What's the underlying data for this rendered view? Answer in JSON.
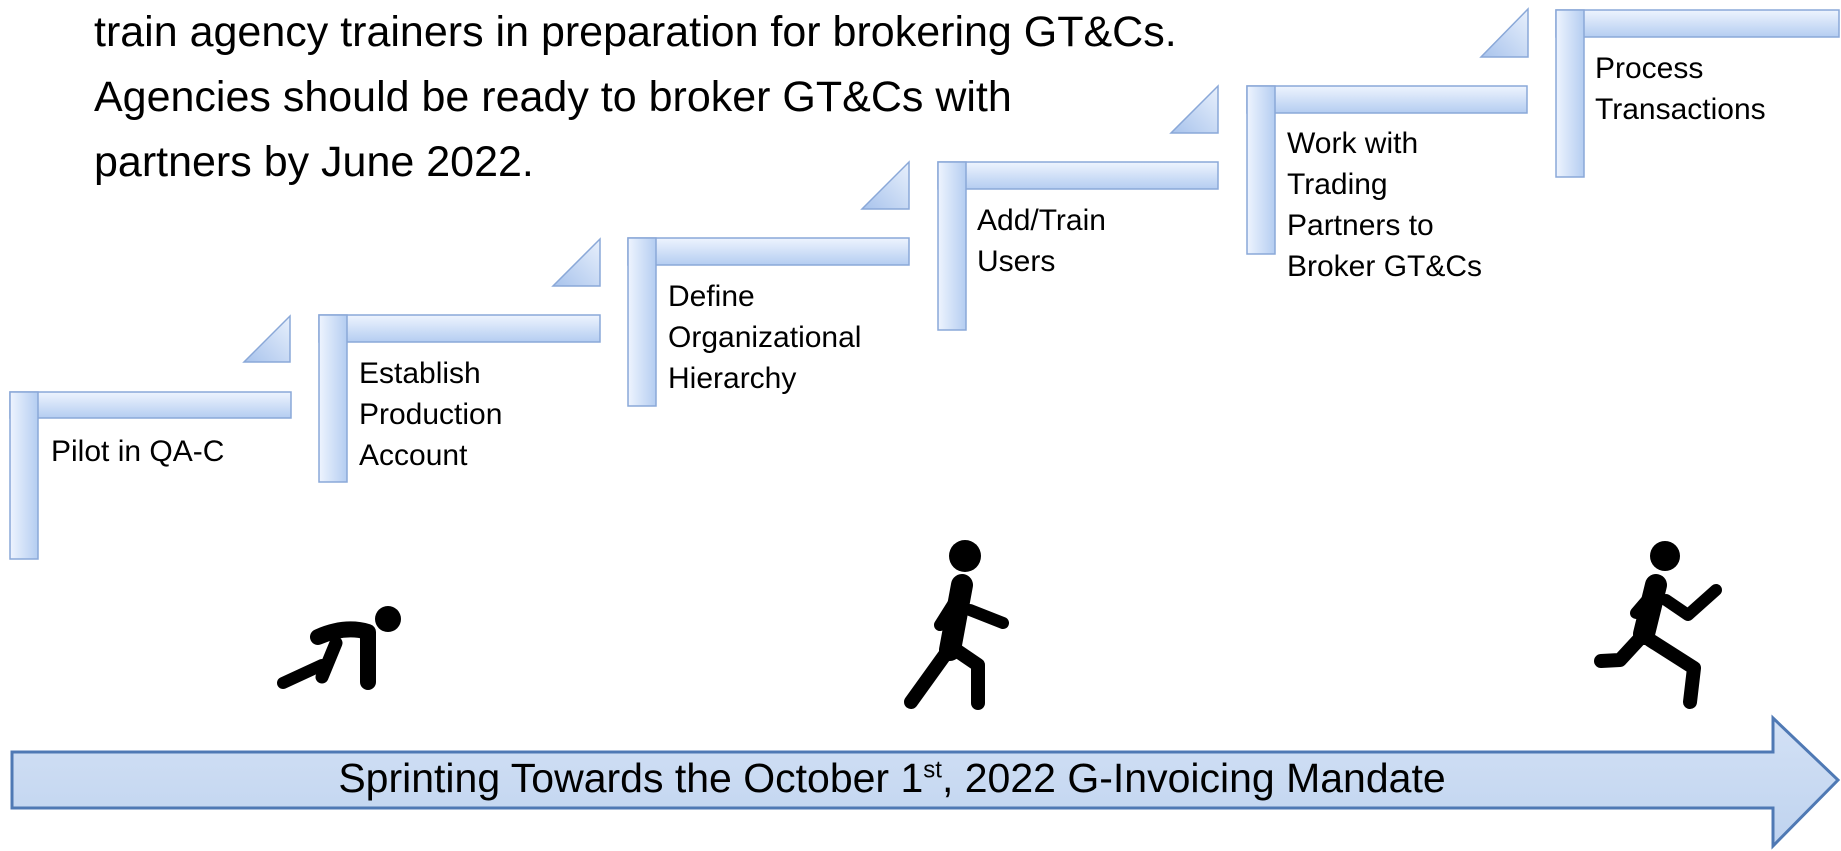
{
  "intro": {
    "lines": [
      "train agency trainers in preparation for brokering GT&Cs.",
      "Agencies should be ready to broker GT&Cs with",
      "partners by June 2022."
    ]
  },
  "steps": [
    {
      "lines": [
        "Pilot in QA-C"
      ]
    },
    {
      "lines": [
        "Establish",
        "Production",
        "Account"
      ]
    },
    {
      "lines": [
        "Define",
        "Organizational",
        "Hierarchy"
      ]
    },
    {
      "lines": [
        "Add/Train",
        "Users"
      ]
    },
    {
      "lines": [
        "Work with",
        "Trading",
        "Partners to",
        "Broker GT&Cs"
      ]
    },
    {
      "lines": [
        "Process",
        "Transactions"
      ]
    }
  ],
  "figures": [
    {
      "icon": "crouching-start-runner-icon"
    },
    {
      "icon": "walking-person-icon"
    },
    {
      "icon": "running-person-icon"
    }
  ],
  "banner": {
    "text_before": "Sprinting Towards the October 1",
    "superscript": "st",
    "text_after": ", 2022 G-Invoicing Mandate"
  },
  "colors": {
    "step_fill_light": "#eaf1fd",
    "step_fill_dark": "#a9c4ee",
    "step_stroke": "#7f9fd2",
    "banner_fill": "#c8d9f2",
    "banner_stroke": "#4f79b4",
    "icon": "#000000"
  }
}
